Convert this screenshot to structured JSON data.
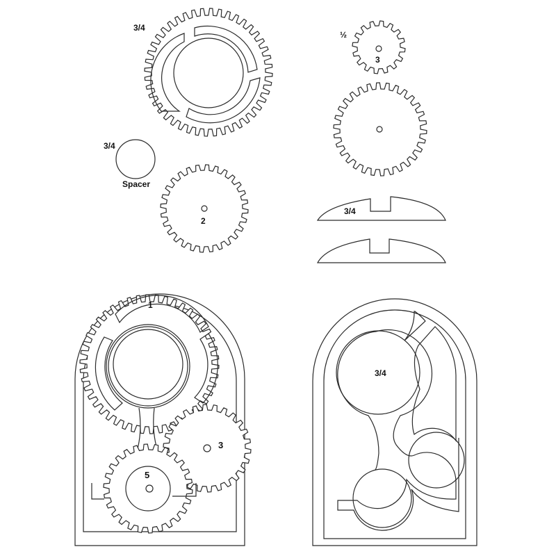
{
  "labels": {
    "gear_big_thickness": "3/4",
    "gear_small_thickness": "½",
    "gear_small_number": "3",
    "spacer_thickness": "3/4",
    "spacer_name": "Spacer",
    "gear_mid_number": "2",
    "arm_thickness": "3/4",
    "assembly_gear_1": "1",
    "assembly_gear_3": "3",
    "assembly_gear_5": "5",
    "frame_thickness": "3/4"
  },
  "colors": {
    "stroke": "#2a2a2a",
    "background": "#ffffff"
  }
}
